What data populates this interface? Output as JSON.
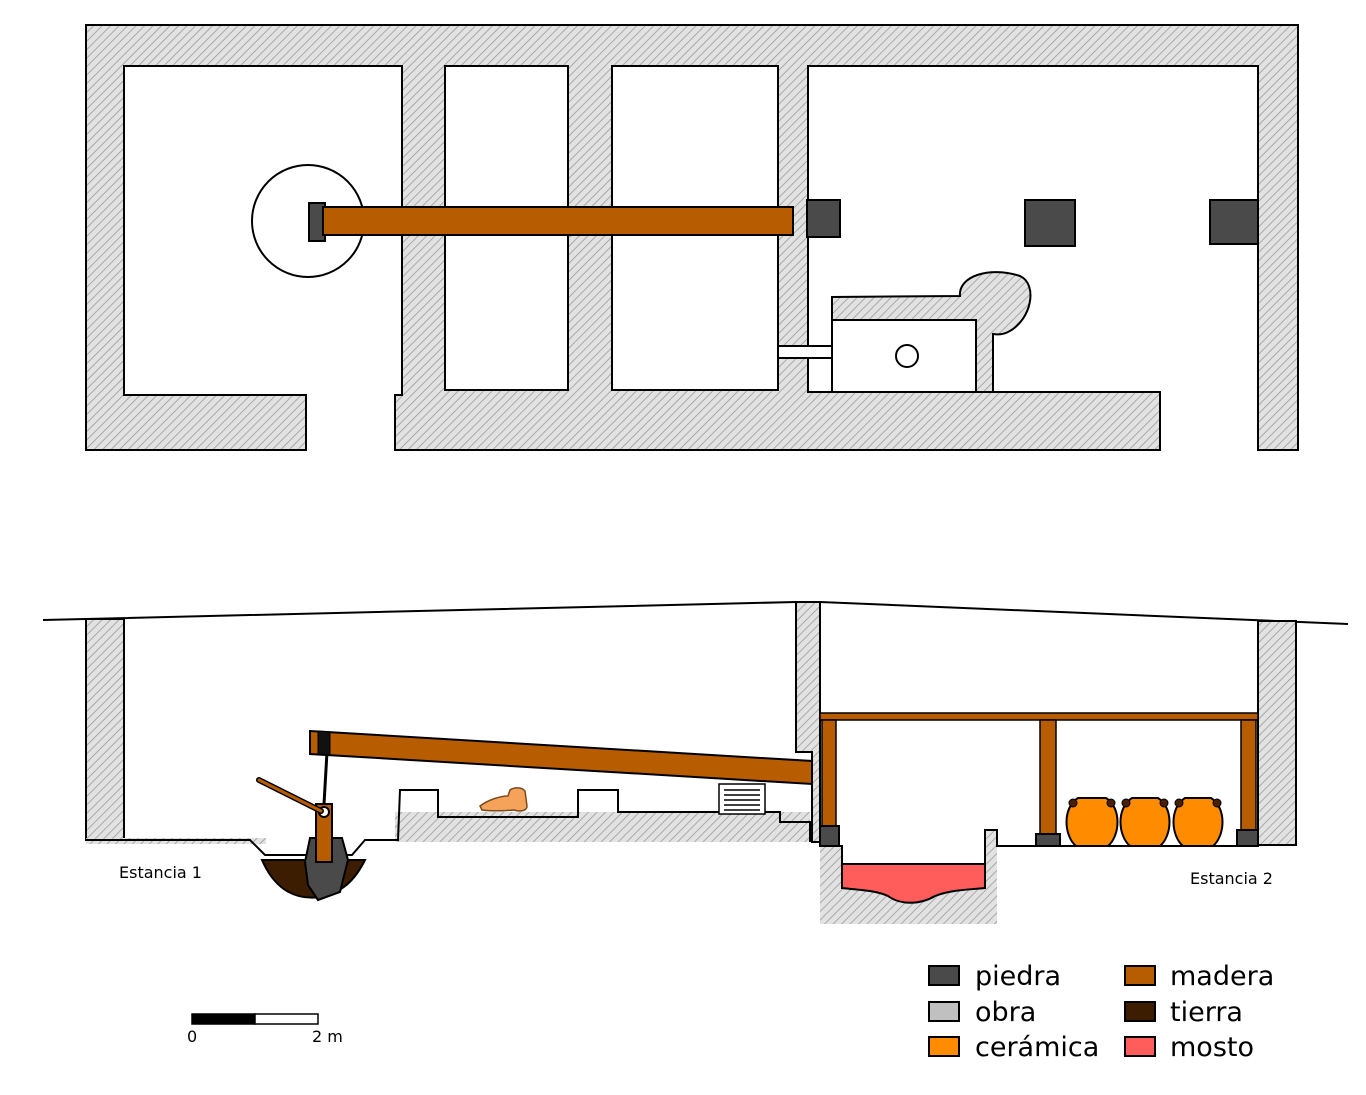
{
  "rooms": {
    "room1_label": "Estancia 1",
    "room2_label": "Estancia 2"
  },
  "scale_bar": {
    "start_label": "0",
    "end_label": "2 m"
  },
  "legend": {
    "items": [
      {
        "key": "piedra",
        "label": "piedra",
        "color": "#4a4a4a"
      },
      {
        "key": "obra",
        "label": "obra",
        "color": "#c0c0c0"
      },
      {
        "key": "ceramica",
        "label": "cerámica",
        "color": "#ff8b00"
      },
      {
        "key": "madera",
        "label": "madera",
        "color": "#b85c00"
      },
      {
        "key": "tierra",
        "label": "tierra",
        "color": "#3d1d02"
      },
      {
        "key": "mosto",
        "label": "mosto",
        "color": "#ff5c5c"
      }
    ]
  }
}
